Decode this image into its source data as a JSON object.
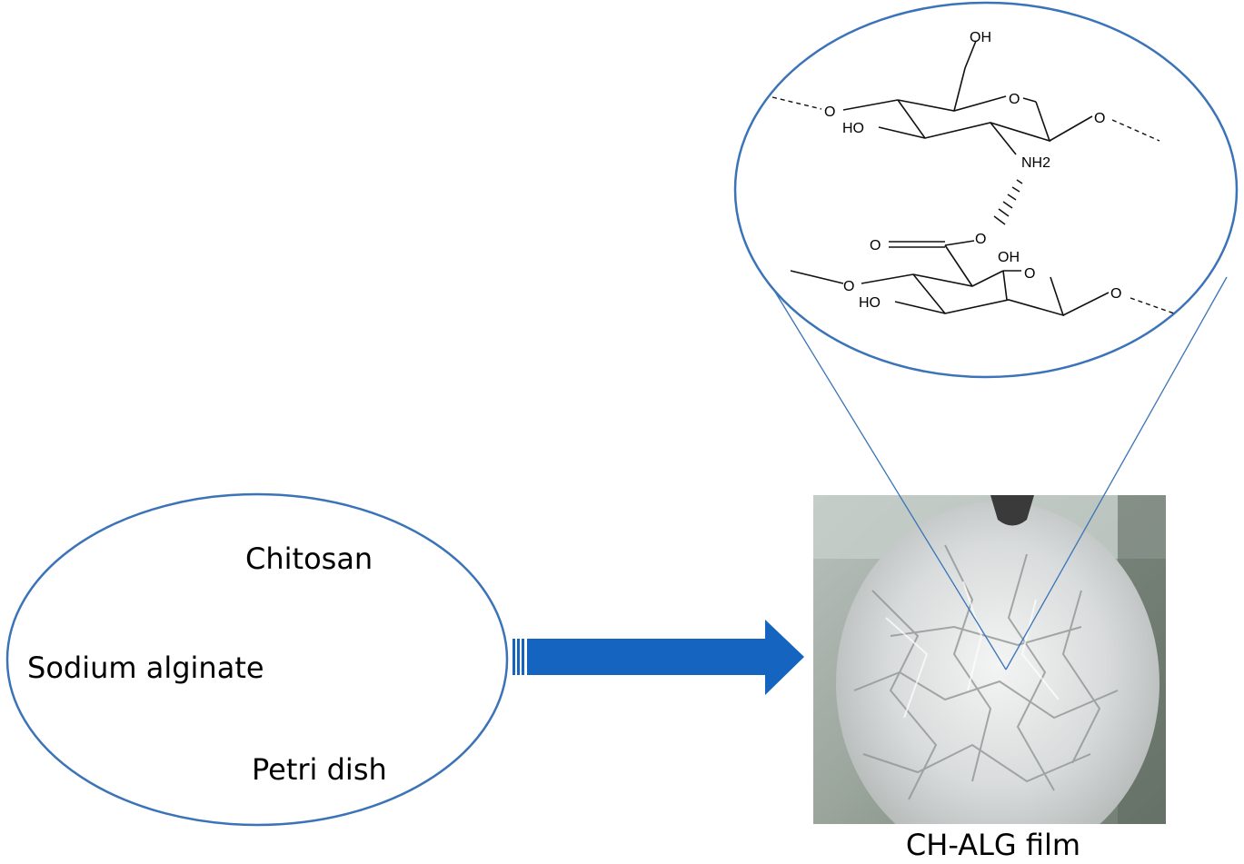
{
  "ingredients": {
    "chitosan": "Chitosan",
    "sodium_alginate": "Sodium alginate",
    "petri_dish": "Petri dish"
  },
  "film": {
    "caption": "CH-ALG film"
  },
  "structure": {
    "top_ring": {
      "oh": "OH",
      "ho": "HO",
      "ring_o": "O",
      "link_left": "O",
      "link_right": "O",
      "nh2": "NH2"
    },
    "bridge_o": "O",
    "carbonyl_o": "O",
    "bottom_ring": {
      "oh": "OH",
      "ho": "HO",
      "ring_o": "O",
      "link_left": "O",
      "link_right": "O"
    }
  },
  "colors": {
    "outline": "#3a73b8",
    "arrow": "#1565c0"
  }
}
